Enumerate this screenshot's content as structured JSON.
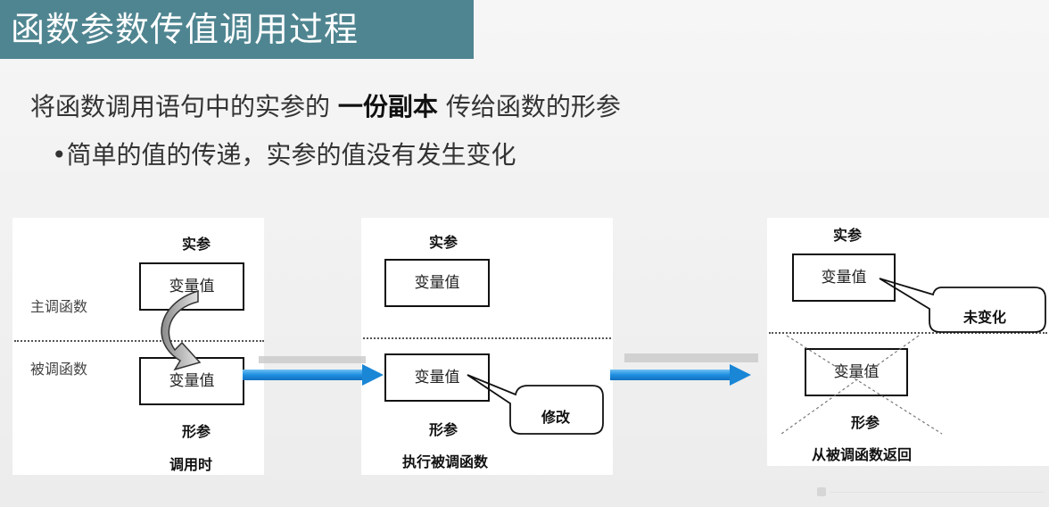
{
  "header": {
    "title": "函数参数传值调用过程"
  },
  "content": {
    "line1_pre": "将函数调用语句中的实参的",
    "line1_bold": "一份副本",
    "line1_post": "传给函数的形参",
    "line2": "•简单的值的传递，实参的值没有发生变化"
  },
  "diagram": {
    "stage1": {
      "top_label": "实参",
      "main_label": "主调函数",
      "called_label": "被调函数",
      "top_box": "变量值",
      "bottom_box": "变量值",
      "bottom_label": "形参",
      "caption": "调用时"
    },
    "stage2": {
      "top_label": "实参",
      "top_box": "变量值",
      "bottom_box": "变量值",
      "callout": "修改",
      "bottom_label": "形参",
      "caption": "执行被调函数"
    },
    "stage3": {
      "top_label": "实参",
      "top_box": "变量值",
      "callout": "未变化",
      "bottom_box": "变量值",
      "bottom_label": "形参",
      "caption": "从被调函数返回"
    }
  },
  "colors": {
    "title_bg": "#4f8591",
    "arrow": "#1e90e0"
  }
}
